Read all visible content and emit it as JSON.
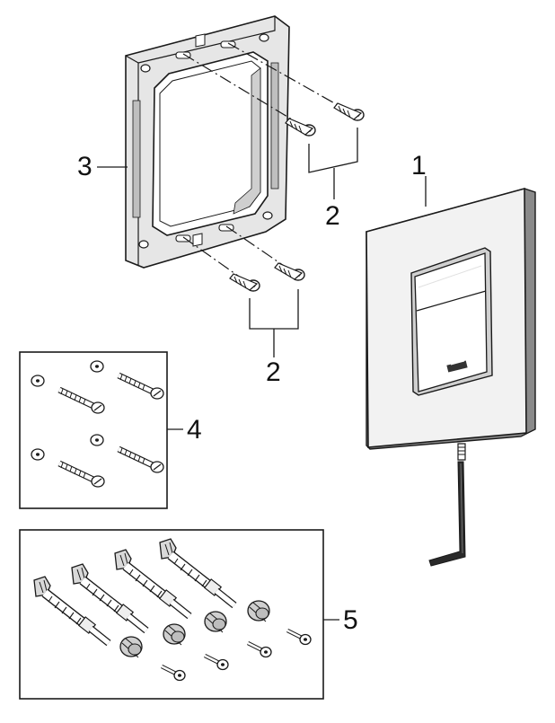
{
  "callouts": {
    "part_1": "1",
    "part_2_upper": "2",
    "part_2_lower": "2",
    "part_3": "3",
    "part_4": "4",
    "part_5": "5"
  },
  "colors": {
    "line": "#1a1a1a",
    "plate_face": "#f2f2f2",
    "frame_face": "#e6e6e6",
    "shadow": "#8a8a8a"
  },
  "icons": {
    "logo": "grohe-logo-icon",
    "screw": "screw-icon",
    "allen_key": "allen-key-icon"
  }
}
